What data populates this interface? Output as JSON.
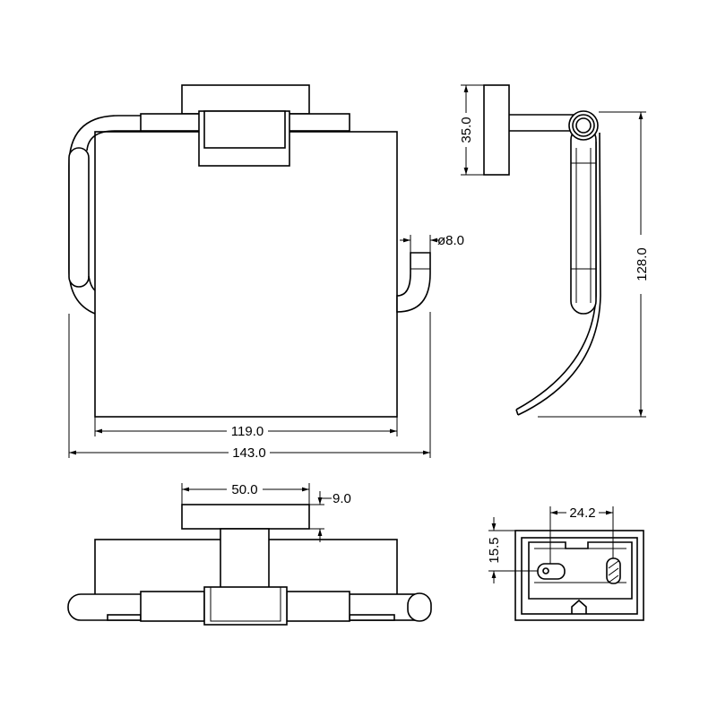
{
  "dimensions": {
    "front": {
      "tube_diameter": "ø8.0",
      "paper_width": "119.0",
      "overall_width": "143.0"
    },
    "side": {
      "plate_height": "35.0",
      "overall_height": "128.0"
    },
    "top": {
      "plate_width": "50.0",
      "plate_depth": "9.0"
    },
    "back": {
      "hole_spacing": "24.2",
      "hole_offset": "15.5"
    }
  },
  "colors": {
    "line": "#000000",
    "background": "#ffffff"
  }
}
